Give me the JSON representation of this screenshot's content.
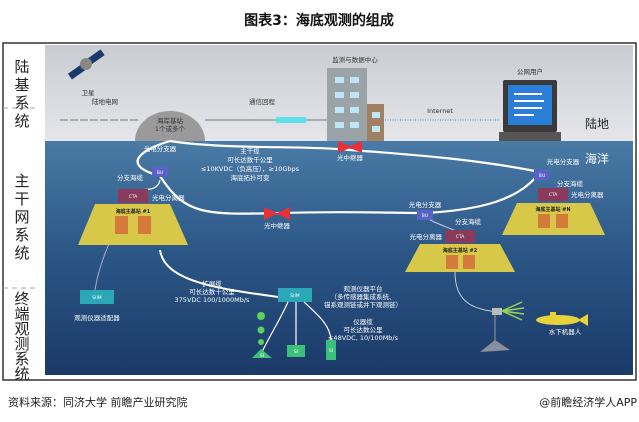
{
  "title": "图表3：海底观测的组成",
  "sections": {
    "land": [
      "陆",
      "基",
      "系",
      "统"
    ],
    "trunk": [
      "主",
      "干",
      "网",
      "系",
      "统"
    ],
    "terminal": [
      "终",
      "端",
      "观",
      "测",
      "系",
      "统"
    ]
  },
  "land": {
    "satellite": "卫星",
    "grid": "陆地电网",
    "shore_station": [
      "海岸基站",
      "1个或多个"
    ],
    "backhaul": "通信回程",
    "data_center": "监测与数据中心",
    "internet": "Internet",
    "public_user": "公网用户",
    "land_sea": [
      "陆地",
      "海洋"
    ]
  },
  "trunk": {
    "bu_label": "光电分支器",
    "bu": "BU",
    "branch_cable": "分支海缆",
    "cta": "CTA",
    "separator": "光电分离器",
    "repeater": "光中继器",
    "main_cable": [
      "主干缆",
      "可长达数千公里",
      "≤10KVDC（负高压），≥10Gbps",
      "海底拓扑可变"
    ],
    "stations": [
      "海底主基站 #1",
      "海底主基站 #2",
      "海底主基站 #N"
    ]
  },
  "terminal": {
    "siim": "SIIM",
    "adapter": "观测仪器适配器",
    "ext_cable": [
      "扩展缆",
      "可长达数十公里",
      "375VDC  100/1000Mb/s"
    ],
    "platform": [
      "观测仪器平台",
      "（多传感器集成系统、",
      "锚系观测链或井下观测链）"
    ],
    "inst_cable": [
      "仪器缆",
      "可长达数公里",
      "≤48VDC, 10/100Mb/s"
    ],
    "si": "SI",
    "robot": "水下机器人"
  },
  "footer": {
    "source": "资料来源：同济大学 前瞻产业研究院",
    "brand": "@前瞻经济学人APP"
  },
  "colors": {
    "ocean_top": "#4a7aa6",
    "ocean_bottom": "#1b3a68",
    "repeater": "#e8303a",
    "station": "#d8c84a",
    "cta": "#8a3a5a",
    "bu": "#5a62c8",
    "siim": "#2aa8b8"
  }
}
